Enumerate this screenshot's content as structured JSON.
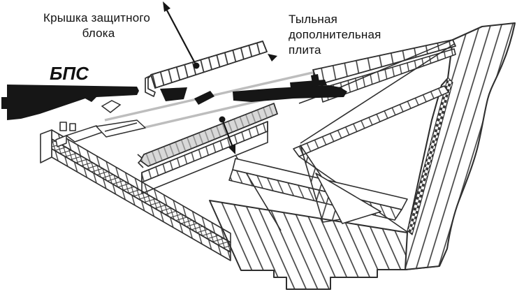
{
  "figure": {
    "type": "technical-diagram",
    "subject": "explosive-reactive-armor-cross-section-hit-by-projectile",
    "language": "ru",
    "labels": {
      "cover": {
        "line1": "Крышка защитного",
        "line2": "блока"
      },
      "rear_plate": {
        "line1": "Тыльная",
        "line2": "дополнительная",
        "line3": "плита"
      },
      "projectile": "БПС"
    },
    "colors": {
      "background": "#ffffff",
      "ink": "#2f2f2f",
      "fragment_black": "#161616",
      "plate_gray": "#d8d8d8",
      "plate_hatch_gray": "#8f8f8f",
      "trace_gray": "#bdbdbd"
    }
  }
}
